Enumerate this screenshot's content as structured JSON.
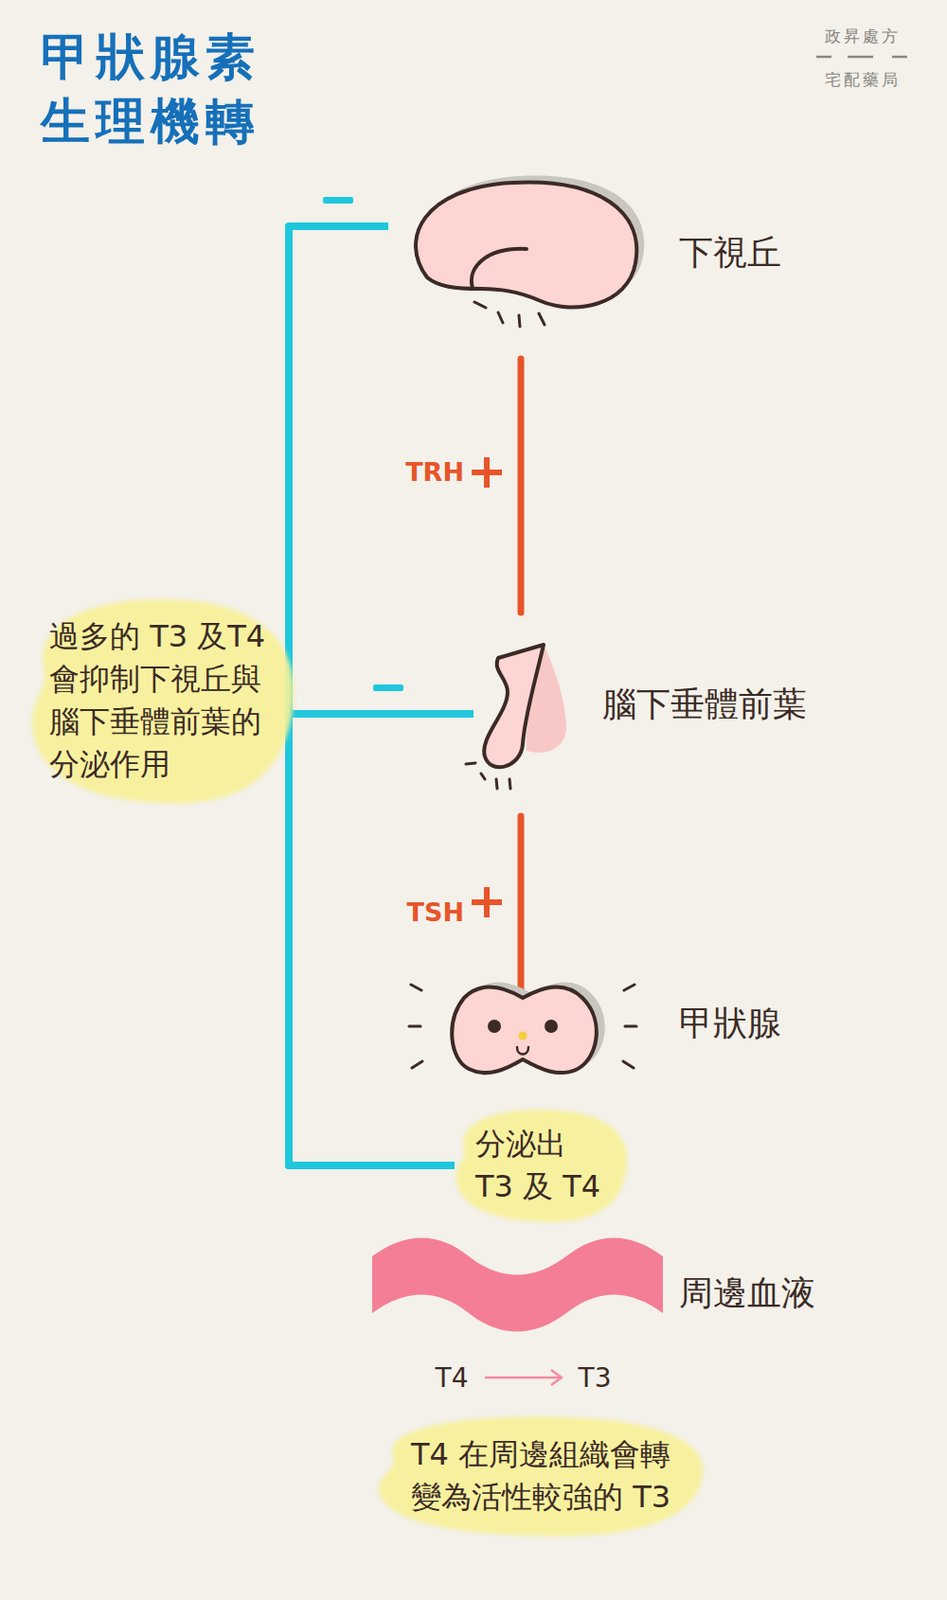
{
  "diagram": {
    "title": "甲狀腺素 生理機轉",
    "nodes": [
      {
        "text": [
          "下視丘"
        ]
      },
      {
        "text": [
          "腦下垂體前葉"
        ]
      },
      {
        "text": [
          "過多的 T3 及T4 會抑制下視丘與 腦下垂體前葉的 分泌作用"
        ]
      },
      {
        "text": [
          "甲狀腺"
        ]
      },
      {
        "text": [
          "分泌出 T3 及 T4"
        ]
      },
      {
        "text": [
          "周邊血液"
        ]
      },
      {
        "text": [
          "T4 在周邊組織會轉 變為活性較強的 T3"
        ]
      }
    ],
    "edges": [
      {
        "from": 0,
        "to": 1,
        "arrow": "none",
        "label": "TRH"
      },
      {
        "from": 1,
        "to": 3,
        "arrow": "none",
        "label": "TSH"
      },
      {
        "from": 4,
        "to": 0,
        "arrow": "none"
      },
      {
        "from": 4,
        "to": 1,
        "arrow": "none"
      }
    ],
    "labels": [
      "政昇處方",
      "宅配藥局",
      "T4",
      "T3"
    ]
  }
}
